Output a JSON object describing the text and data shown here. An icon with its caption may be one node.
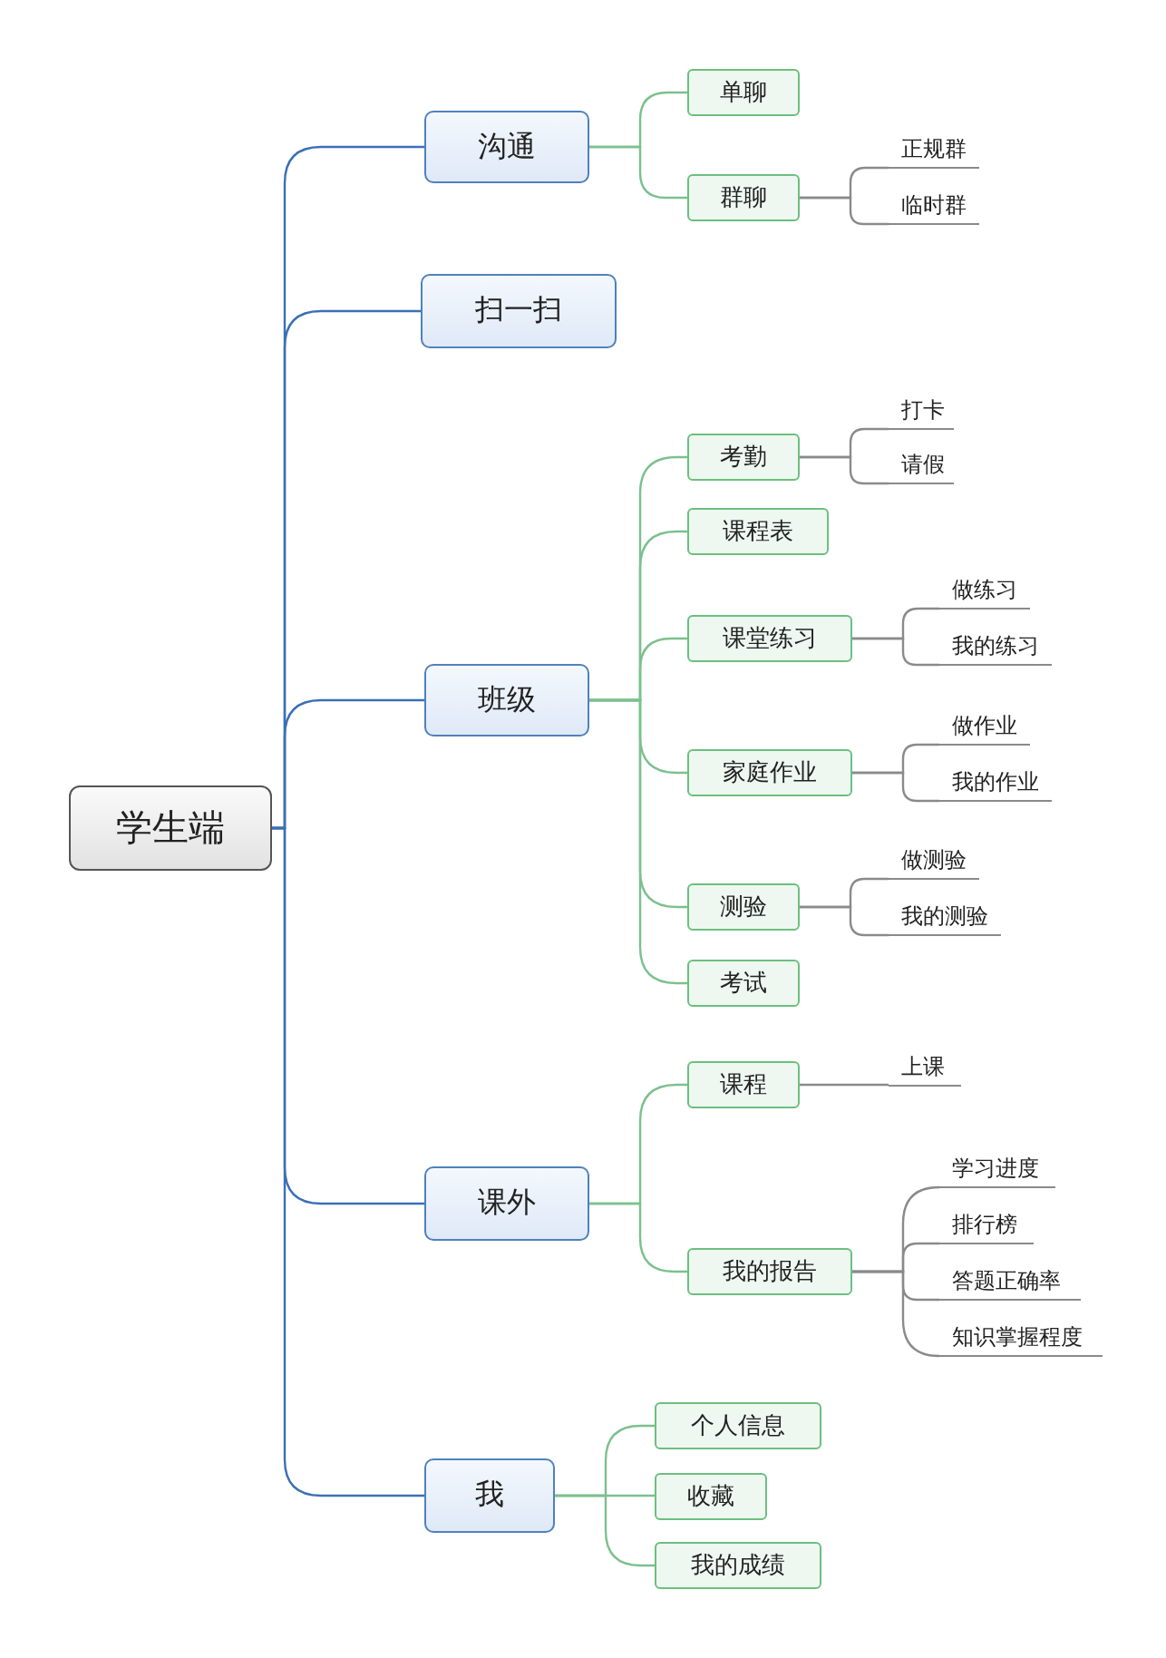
{
  "diagram": {
    "nodes": [
      {
        "text": [
          "学生端"
        ]
      },
      {
        "text": [
          "沟通"
        ]
      },
      {
        "text": [
          "单聊"
        ]
      },
      {
        "text": [
          "群聊"
        ]
      },
      {
        "text": [
          "正规群"
        ]
      },
      {
        "text": [
          "临时群"
        ]
      },
      {
        "text": [
          "扫一扫"
        ]
      },
      {
        "text": [
          "班级"
        ]
      },
      {
        "text": [
          "考勤"
        ]
      },
      {
        "text": [
          "打卡"
        ]
      },
      {
        "text": [
          "请假"
        ]
      },
      {
        "text": [
          "课程表"
        ]
      },
      {
        "text": [
          "课堂练习"
        ]
      },
      {
        "text": [
          "做练习"
        ]
      },
      {
        "text": [
          "我的练习"
        ]
      },
      {
        "text": [
          "家庭作业"
        ]
      },
      {
        "text": [
          "做作业"
        ]
      },
      {
        "text": [
          "我的作业"
        ]
      },
      {
        "text": [
          "测验"
        ]
      },
      {
        "text": [
          "做测验"
        ]
      },
      {
        "text": [
          "我的测验"
        ]
      },
      {
        "text": [
          "考试"
        ]
      },
      {
        "text": [
          "课外"
        ]
      },
      {
        "text": [
          "课程"
        ]
      },
      {
        "text": [
          "上课"
        ]
      },
      {
        "text": [
          "我的报告"
        ]
      },
      {
        "text": [
          "学习进度"
        ]
      },
      {
        "text": [
          "排行榜"
        ]
      },
      {
        "text": [
          "答题正确率"
        ]
      },
      {
        "text": [
          "知识掌握程度"
        ]
      },
      {
        "text": [
          "我"
        ]
      },
      {
        "text": [
          "个人信息"
        ]
      },
      {
        "text": [
          "收藏"
        ]
      },
      {
        "text": [
          "我的成绩"
        ]
      }
    ],
    "edges": [
      {
        "from": 0,
        "to": 1,
        "arrow": "none",
        "color": "#3b6fb6"
      },
      {
        "from": 0,
        "to": 6,
        "arrow": "none",
        "color": "#3b6fb6"
      },
      {
        "from": 0,
        "to": 7,
        "arrow": "none",
        "color": "#3b6fb6"
      },
      {
        "from": 0,
        "to": 22,
        "arrow": "none",
        "color": "#3b6fb6"
      },
      {
        "from": 0,
        "to": 30,
        "arrow": "none",
        "color": "#3b6fb6"
      },
      {
        "from": 1,
        "to": 2,
        "arrow": "none",
        "color": "#7cc08e"
      },
      {
        "from": 1,
        "to": 3,
        "arrow": "none",
        "color": "#7cc08e"
      },
      {
        "from": 3,
        "to": 4,
        "arrow": "none"
      },
      {
        "from": 3,
        "to": 5,
        "arrow": "none"
      },
      {
        "from": 7,
        "to": 8,
        "arrow": "none",
        "color": "#7cc08e"
      },
      {
        "from": 8,
        "to": 9,
        "arrow": "none"
      },
      {
        "from": 8,
        "to": 10,
        "arrow": "none"
      },
      {
        "from": 7,
        "to": 11,
        "arrow": "none",
        "color": "#7cc08e"
      },
      {
        "from": 7,
        "to": 12,
        "arrow": "none",
        "color": "#7cc08e"
      },
      {
        "from": 12,
        "to": 13,
        "arrow": "none"
      },
      {
        "from": 12,
        "to": 14,
        "arrow": "none"
      },
      {
        "from": 7,
        "to": 15,
        "arrow": "none",
        "color": "#7cc08e"
      },
      {
        "from": 15,
        "to": 16,
        "arrow": "none"
      },
      {
        "from": 15,
        "to": 17,
        "arrow": "none"
      },
      {
        "from": 7,
        "to": 18,
        "arrow": "none",
        "color": "#7cc08e"
      },
      {
        "from": 18,
        "to": 19,
        "arrow": "none"
      },
      {
        "from": 18,
        "to": 20,
        "arrow": "none"
      },
      {
        "from": 7,
        "to": 21,
        "arrow": "none",
        "color": "#7cc08e"
      },
      {
        "from": 22,
        "to": 23,
        "arrow": "none",
        "color": "#7cc08e"
      },
      {
        "from": 23,
        "to": 24,
        "arrow": "none"
      },
      {
        "from": 22,
        "to": 25,
        "arrow": "none",
        "color": "#7cc08e"
      },
      {
        "from": 25,
        "to": 26,
        "arrow": "none"
      },
      {
        "from": 25,
        "to": 27,
        "arrow": "none"
      },
      {
        "from": 25,
        "to": 28,
        "arrow": "none"
      },
      {
        "from": 25,
        "to": 29,
        "arrow": "none"
      },
      {
        "from": 30,
        "to": 31,
        "arrow": "none",
        "color": "#7cc08e"
      },
      {
        "from": 30,
        "to": 32,
        "arrow": "none",
        "color": "#7cc08e"
      },
      {
        "from": 30,
        "to": 33,
        "arrow": "none",
        "color": "#7cc08e"
      }
    ]
  }
}
